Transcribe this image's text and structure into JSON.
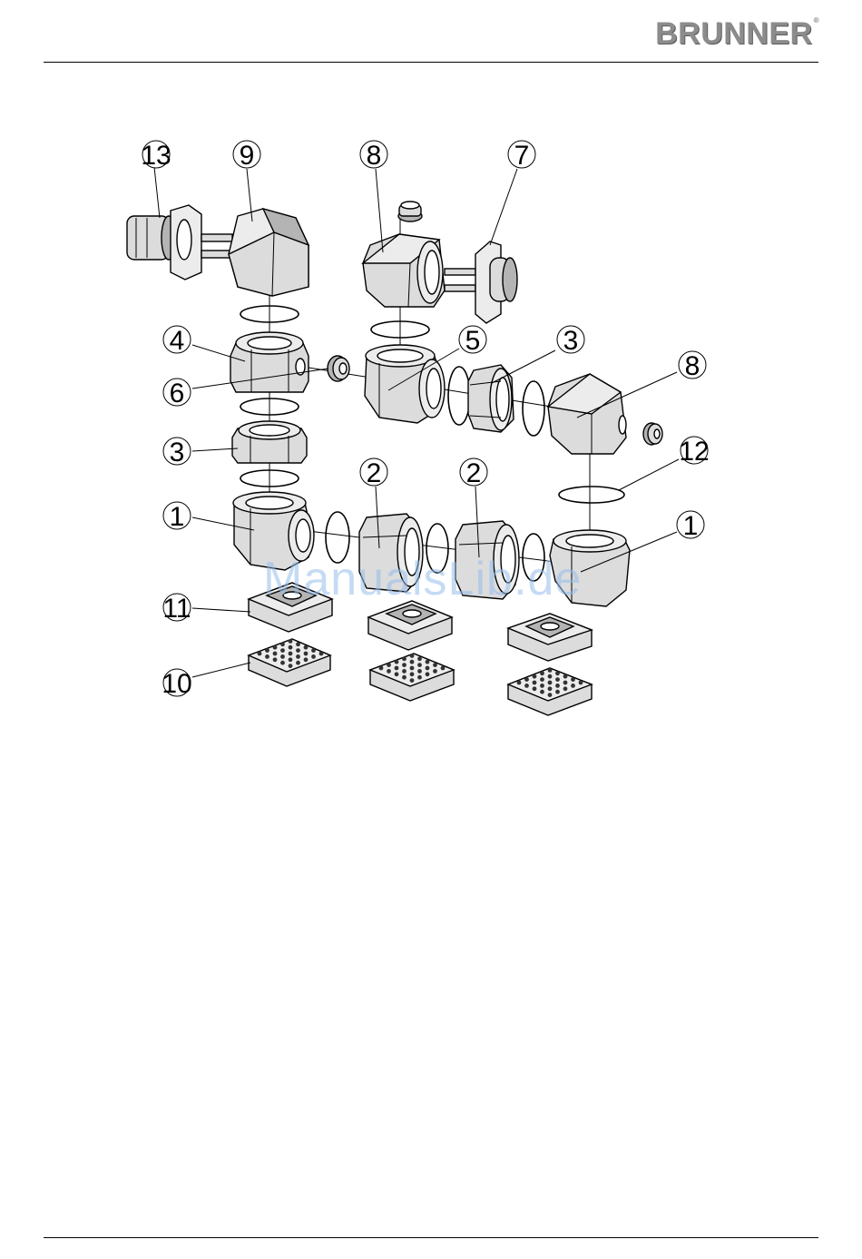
{
  "header": {
    "brand": "BRUNNER",
    "registered_mark": "®"
  },
  "diagram": {
    "callouts": [
      {
        "id": "c13",
        "label": "13"
      },
      {
        "id": "c9",
        "label": "9"
      },
      {
        "id": "c8a",
        "label": "8"
      },
      {
        "id": "c7",
        "label": "7"
      },
      {
        "id": "c4",
        "label": "4"
      },
      {
        "id": "c5",
        "label": "5"
      },
      {
        "id": "c3a",
        "label": "3"
      },
      {
        "id": "c8b",
        "label": "8"
      },
      {
        "id": "c6",
        "label": "6"
      },
      {
        "id": "c3b",
        "label": "3"
      },
      {
        "id": "c2a",
        "label": "2"
      },
      {
        "id": "c2b",
        "label": "2"
      },
      {
        "id": "c12",
        "label": "12"
      },
      {
        "id": "c1a",
        "label": "1"
      },
      {
        "id": "c1b",
        "label": "1"
      },
      {
        "id": "c11",
        "label": "11"
      },
      {
        "id": "c10",
        "label": "10"
      }
    ]
  },
  "watermark": "ManualsLib.de",
  "colors": {
    "part_fill": "#d9d9d9",
    "part_dark": "#a8a8a8",
    "line": "#000000",
    "watermark": "#96bee8"
  }
}
